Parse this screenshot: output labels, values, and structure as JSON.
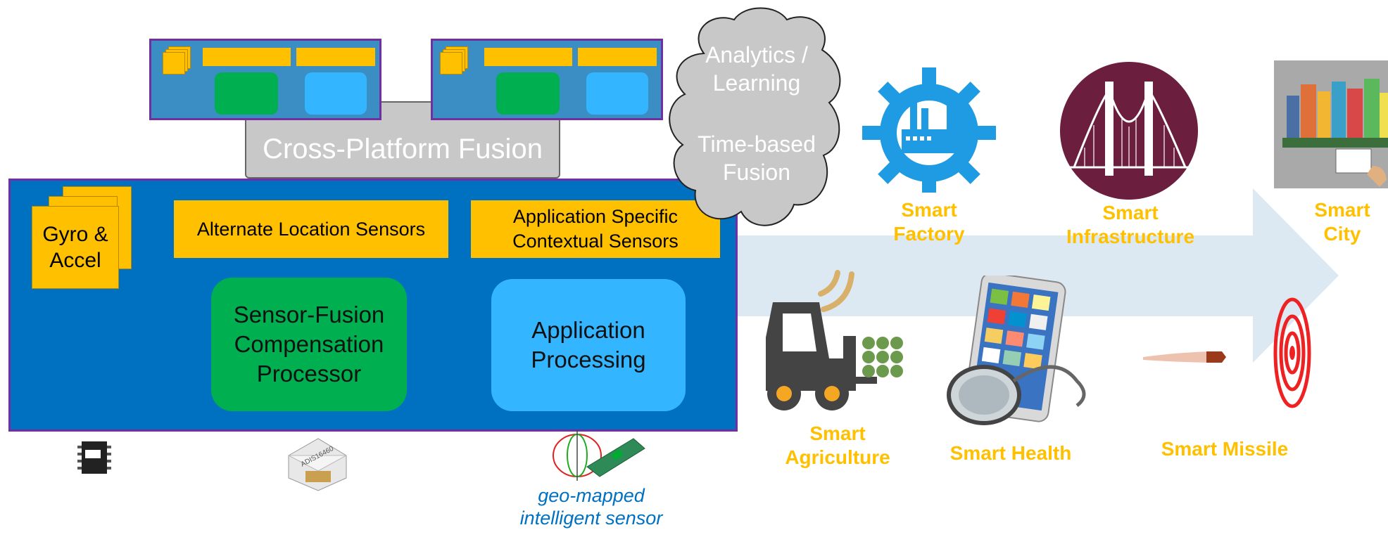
{
  "fusion": {
    "cross_platform_label": "Cross-Platform Fusion",
    "cloud_top_label": "Analytics / Learning",
    "cloud_bottom_label": "Time-based Fusion"
  },
  "board": {
    "gyro_label": "Gyro & Accel",
    "alt_location_label": "Alternate Location Sensors",
    "app_specific_label": "Application Specific Contextual Sensors",
    "sensor_fusion_label": "Sensor-Fusion\nCompensation\nProcessor",
    "app_processing_label": "Application\nProcessing"
  },
  "footer": {
    "geo_caption": "geo-mapped\nintelligent sensor",
    "chip_marking": "ADIS16460"
  },
  "applications": {
    "factory": "Smart\nFactory",
    "infrastructure": "Smart\nInfrastructure",
    "city": "Smart\nCity",
    "agriculture": "Smart\nAgriculture",
    "health": "Smart Health",
    "missile": "Smart Missile"
  },
  "colors": {
    "board_blue": "#0070c0",
    "board_border": "#7030a0",
    "sensor_yellow": "#ffc000",
    "fusion_green": "#00b050",
    "app_blue": "#33b5ff",
    "arrow": "#dde9f2",
    "cloud_gray": "#c8c8c8",
    "label_gold": "#ffc000"
  }
}
